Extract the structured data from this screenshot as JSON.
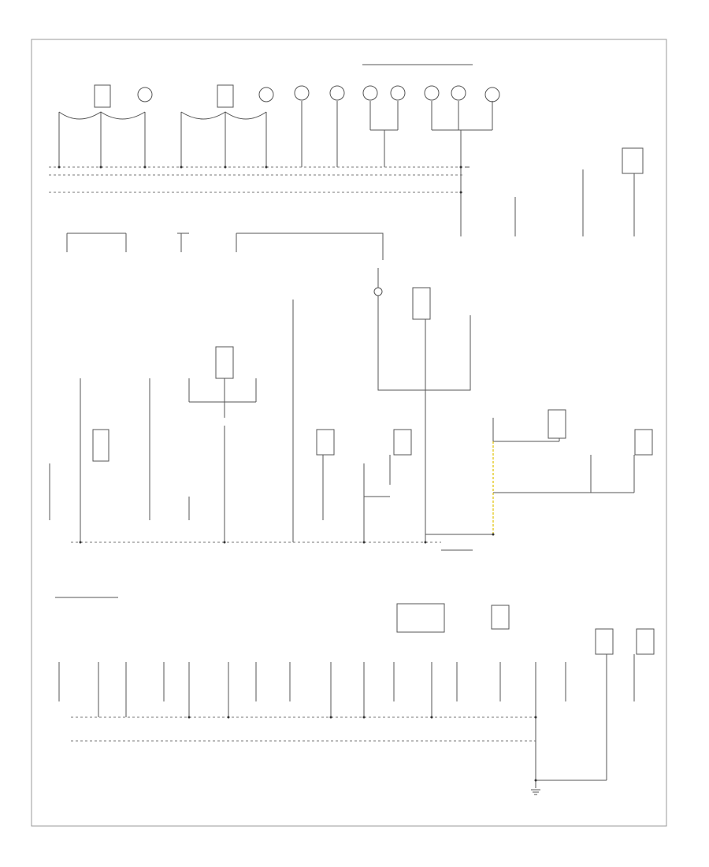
{
  "diagram": {
    "title": "",
    "corner_tag": "",
    "components": [
      {
        "id": "c1",
        "label": ""
      },
      {
        "id": "c2",
        "label": ""
      },
      {
        "id": "c3",
        "label": ""
      },
      {
        "id": "c4",
        "label": ""
      },
      {
        "id": "c5",
        "label": ""
      },
      {
        "id": "c6",
        "label": ""
      },
      {
        "id": "c7",
        "label": ""
      },
      {
        "id": "c8",
        "label": ""
      },
      {
        "id": "c9",
        "label": ""
      },
      {
        "id": "c10",
        "label": ""
      },
      {
        "id": "c11",
        "label": ""
      },
      {
        "id": "c12",
        "label": ""
      },
      {
        "id": "c13",
        "label": ""
      },
      {
        "id": "c14",
        "label": ""
      },
      {
        "id": "c15",
        "label": ""
      },
      {
        "id": "c16",
        "label": ""
      },
      {
        "id": "c17",
        "label": ""
      },
      {
        "id": "c18",
        "label": ""
      }
    ],
    "colors": {
      "wire": "#555555",
      "highlight": "#e0c000",
      "frame": "#999999"
    }
  }
}
